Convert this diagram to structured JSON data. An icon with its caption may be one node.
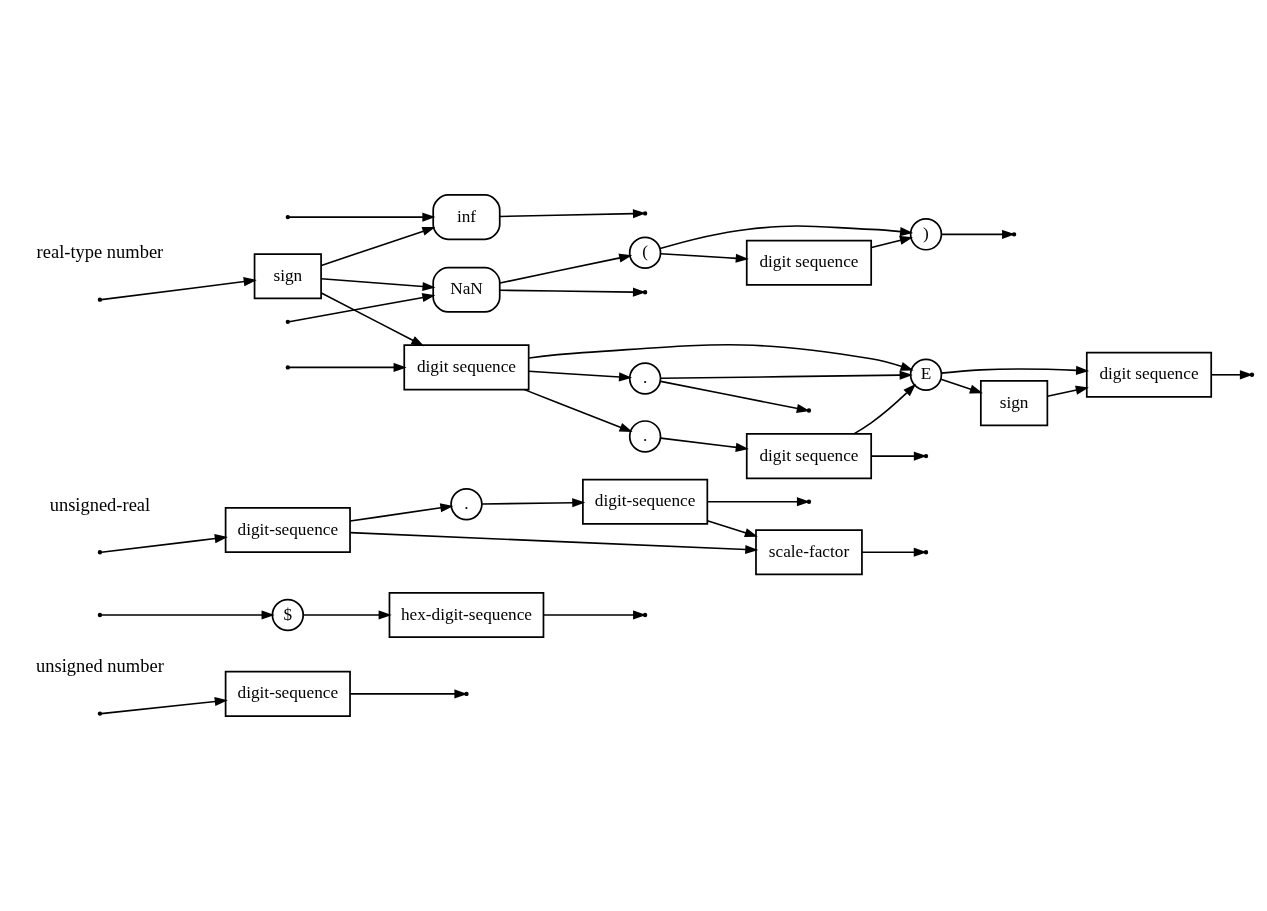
{
  "diagram": {
    "nodes": [
      {
        "text": [
          "digit-sequence"
        ]
      },
      {
        "text": [
          "$"
        ]
      },
      {
        "text": [
          "hex-digit-sequence"
        ]
      },
      {
        "text": [
          "digit-sequence"
        ]
      },
      {
        "text": [
          "."
        ]
      },
      {
        "text": [
          "digit-sequence"
        ]
      },
      {
        "text": [
          "scale-factor"
        ]
      },
      {
        "text": [
          "inf"
        ]
      },
      {
        "text": [
          "NaN"
        ]
      },
      {
        "text": [
          "sign"
        ]
      },
      {
        "text": [
          "("
        ]
      },
      {
        "text": [
          ")"
        ]
      },
      {
        "text": [
          "digit sequence"
        ]
      },
      {
        "text": [
          "digit sequence"
        ]
      },
      {
        "text": [
          "E"
        ]
      },
      {
        "text": [
          "."
        ]
      },
      {
        "text": [
          "sign"
        ]
      },
      {
        "text": [
          "digit sequence"
        ]
      },
      {
        "text": [
          "."
        ]
      },
      {
        "text": [
          "digit sequence"
        ]
      }
    ],
    "edges": [
      {
        "from": null,
        "to": 0,
        "arrow": "to"
      },
      {
        "from": null,
        "to": 1,
        "arrow": "to"
      },
      {
        "from": 1,
        "to": 2,
        "arrow": "to"
      },
      {
        "from": 0,
        "to": null,
        "arrow": "to"
      },
      {
        "from": 2,
        "to": null,
        "arrow": "to"
      },
      {
        "from": null,
        "to": 3,
        "arrow": "to"
      },
      {
        "from": 3,
        "to": 4,
        "arrow": "to"
      },
      {
        "from": 4,
        "to": 5,
        "arrow": "to"
      },
      {
        "from": 5,
        "to": null,
        "arrow": "to"
      },
      {
        "from": 5,
        "to": 6,
        "arrow": "to"
      },
      {
        "from": 3,
        "to": 6,
        "arrow": "to"
      },
      {
        "from": 6,
        "to": null,
        "arrow": "to"
      },
      {
        "from": null,
        "to": 7,
        "arrow": "to"
      },
      {
        "from": null,
        "to": 8,
        "arrow": "to"
      },
      {
        "from": null,
        "to": 9,
        "arrow": "to"
      },
      {
        "from": null,
        "to": 13,
        "arrow": "to"
      },
      {
        "from": 9,
        "to": 7,
        "arrow": "to"
      },
      {
        "from": 9,
        "to": 8,
        "arrow": "to"
      },
      {
        "from": 9,
        "to": 13,
        "arrow": "to"
      },
      {
        "from": 7,
        "to": null,
        "arrow": "to"
      },
      {
        "from": 8,
        "to": null,
        "arrow": "to"
      },
      {
        "from": 8,
        "to": 10,
        "arrow": "to"
      },
      {
        "from": 10,
        "to": 11,
        "arrow": "to"
      },
      {
        "from": 10,
        "to": 12,
        "arrow": "to"
      },
      {
        "from": 12,
        "to": 11,
        "arrow": "to"
      },
      {
        "from": 11,
        "to": null,
        "arrow": "to"
      },
      {
        "from": 13,
        "to": 14,
        "arrow": "to"
      },
      {
        "from": 13,
        "to": 15,
        "arrow": "to"
      },
      {
        "from": 13,
        "to": 18,
        "arrow": "to"
      },
      {
        "from": 15,
        "to": 14,
        "arrow": "to"
      },
      {
        "from": 15,
        "to": null,
        "arrow": "to"
      },
      {
        "from": 18,
        "to": 19,
        "arrow": "to"
      },
      {
        "from": 19,
        "to": 14,
        "arrow": "to"
      },
      {
        "from": 19,
        "to": null,
        "arrow": "to"
      },
      {
        "from": 14,
        "to": 17,
        "arrow": "to"
      },
      {
        "from": 14,
        "to": 16,
        "arrow": "to"
      },
      {
        "from": 16,
        "to": 17,
        "arrow": "to"
      },
      {
        "from": 17,
        "to": null,
        "arrow": "to"
      }
    ],
    "labels": [
      "unsigned number",
      "unsigned-real",
      "real-type number"
    ]
  }
}
